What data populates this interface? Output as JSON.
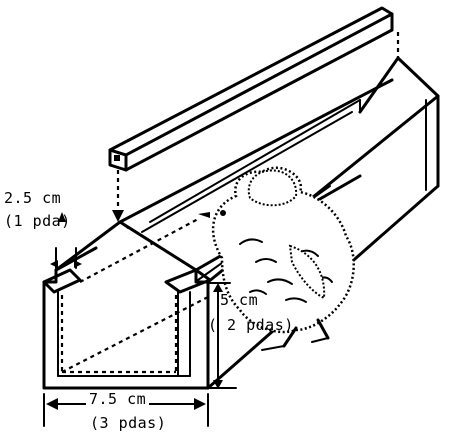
{
  "labels": {
    "top_width": "2.5 cm",
    "top_width_imperial": "(1 pda)",
    "height": "5 cm",
    "height_imperial": "( 2 pdas)",
    "base_width": "7.5 cm",
    "base_width_imperial": "(3 pdas)"
  }
}
